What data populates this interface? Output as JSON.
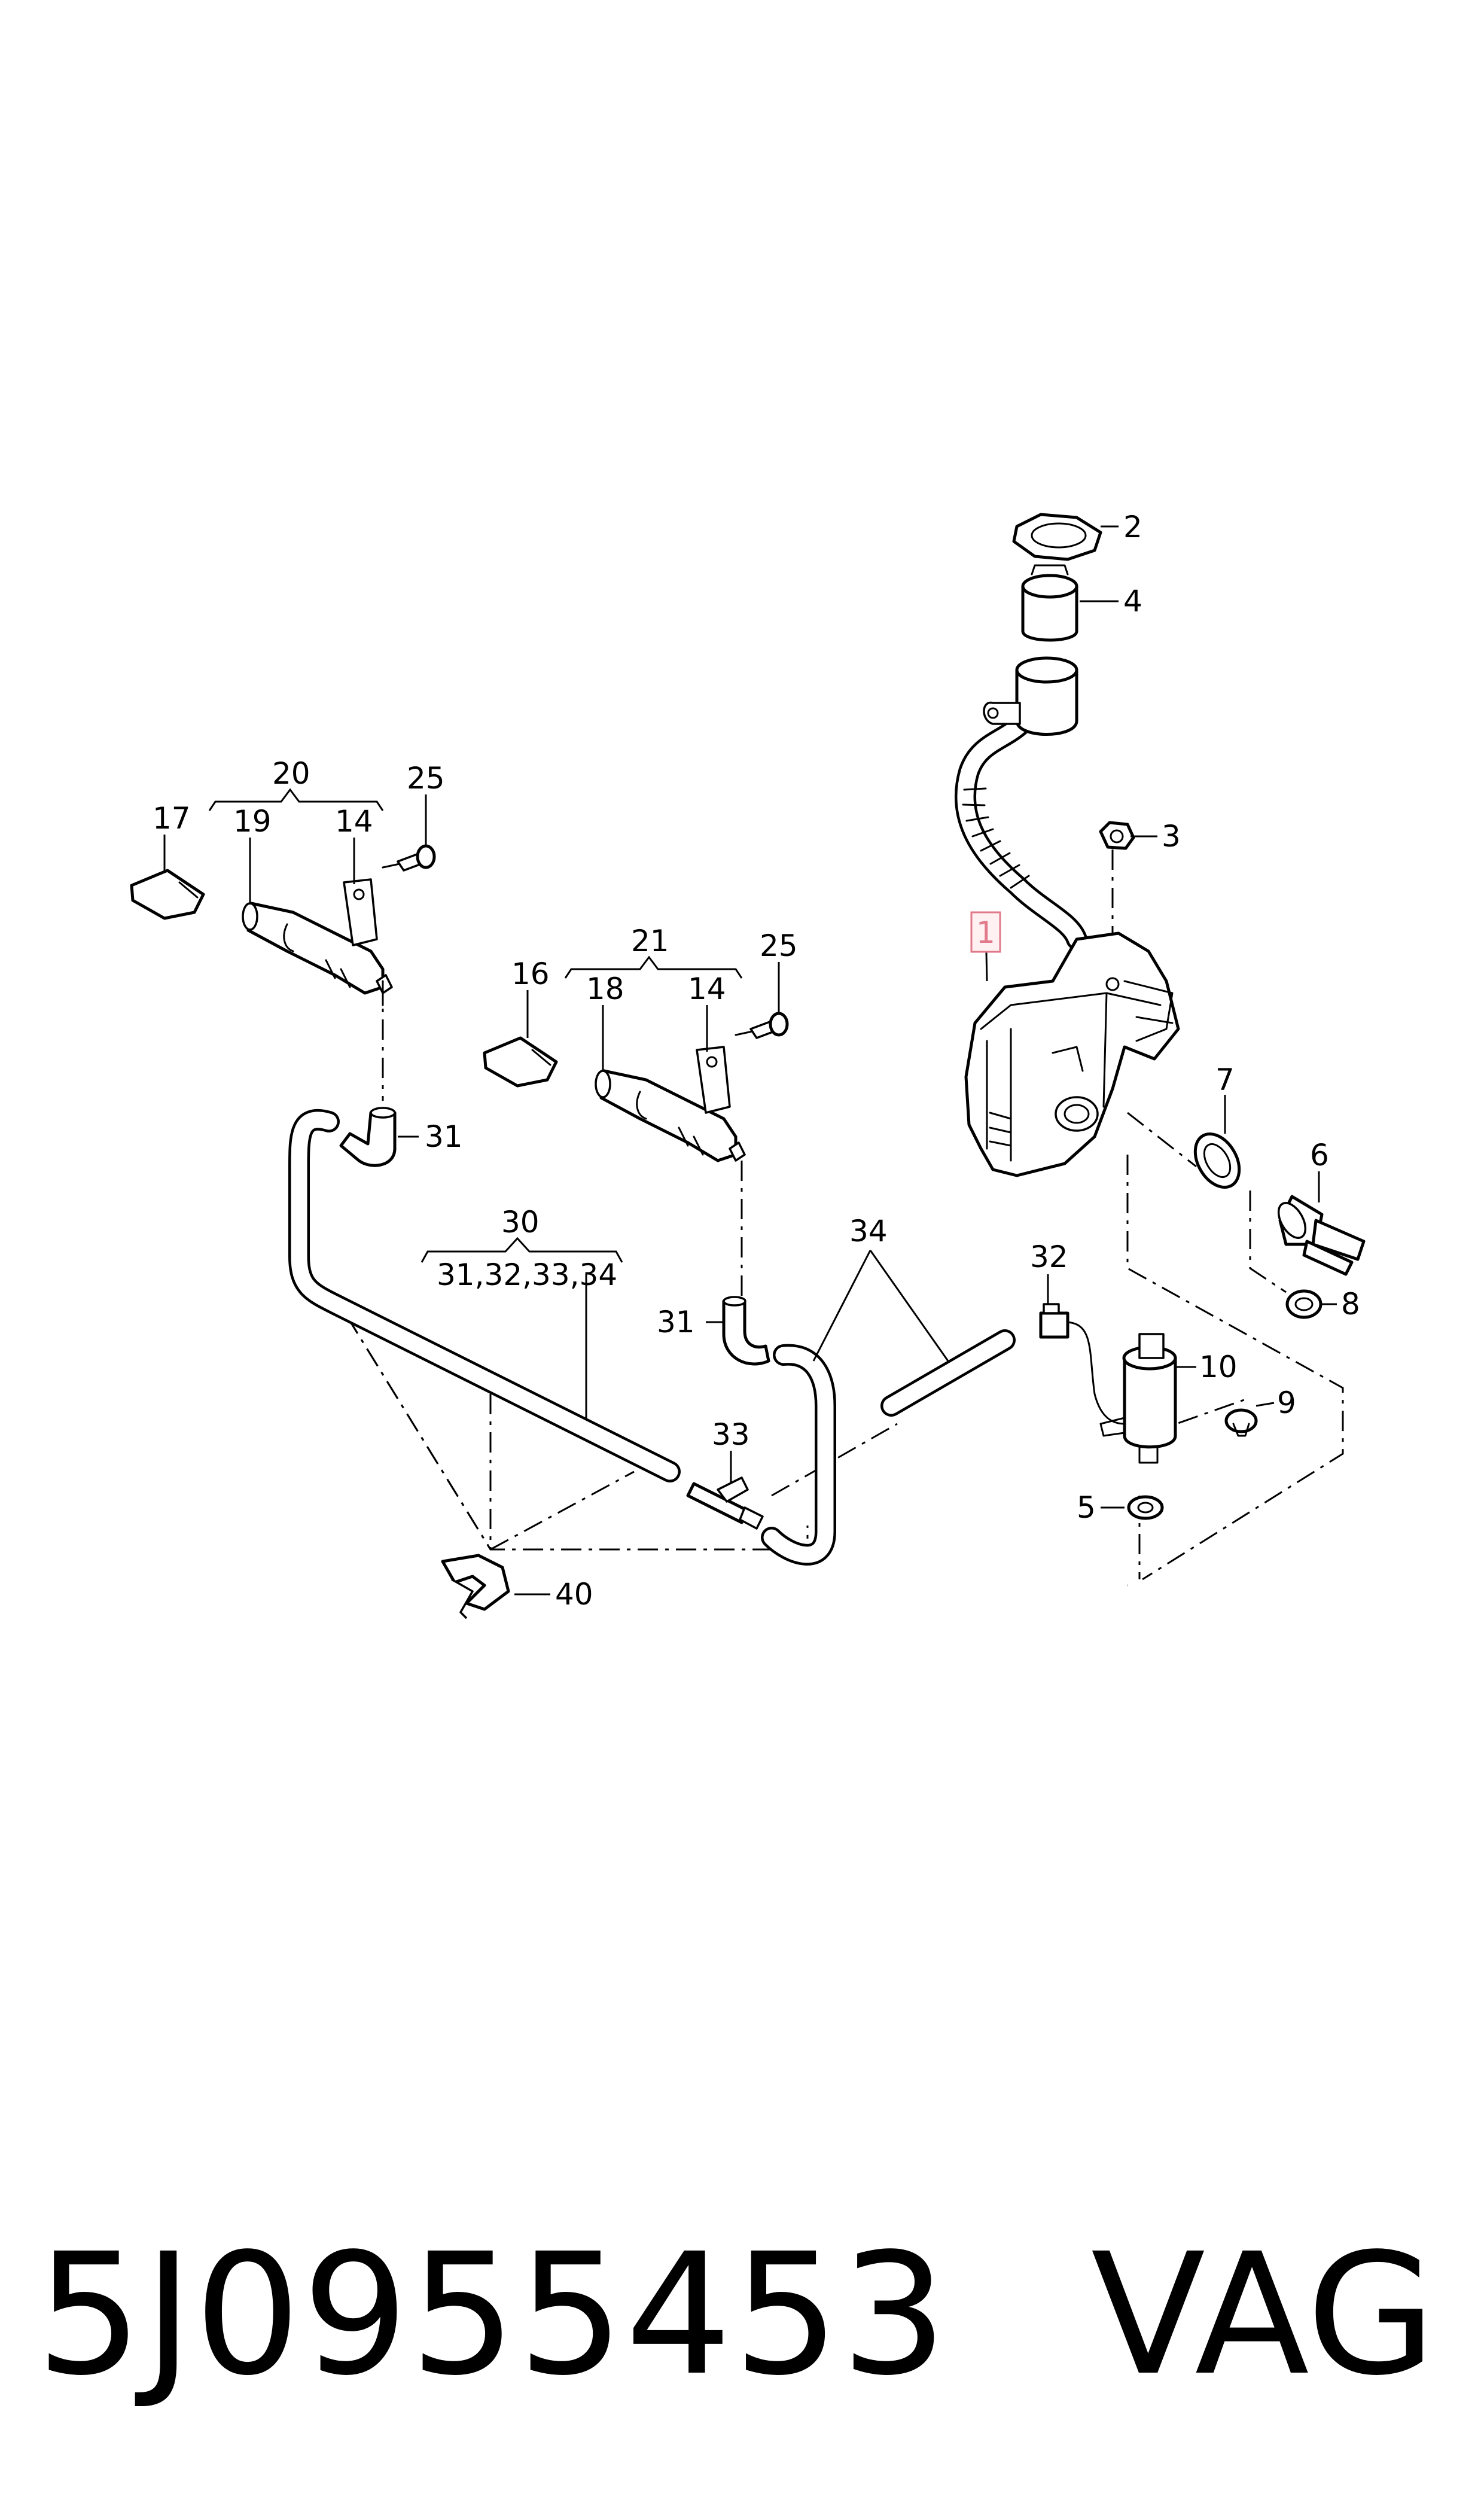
{
  "diagram": {
    "callouts": {
      "c1": "1",
      "c2": "2",
      "c3": "3",
      "c4": "4",
      "c5": "5",
      "c6": "6",
      "c7": "7",
      "c8": "8",
      "c9": "9",
      "c10": "10",
      "c14a": "14",
      "c14b": "14",
      "c16": "16",
      "c17": "17",
      "c18": "18",
      "c19": "19",
      "c20": "20",
      "c21": "21",
      "c25a": "25",
      "c25b": "25",
      "c30": "30",
      "c30sub": "31,32,33,34",
      "c31a": "31",
      "c31b": "31",
      "c32": "32",
      "c33": "33",
      "c34": "34",
      "c40": "40"
    },
    "highlight_color": "#e07a8a"
  },
  "footer": {
    "part_number": "5J0955453",
    "brand": "VAG"
  }
}
